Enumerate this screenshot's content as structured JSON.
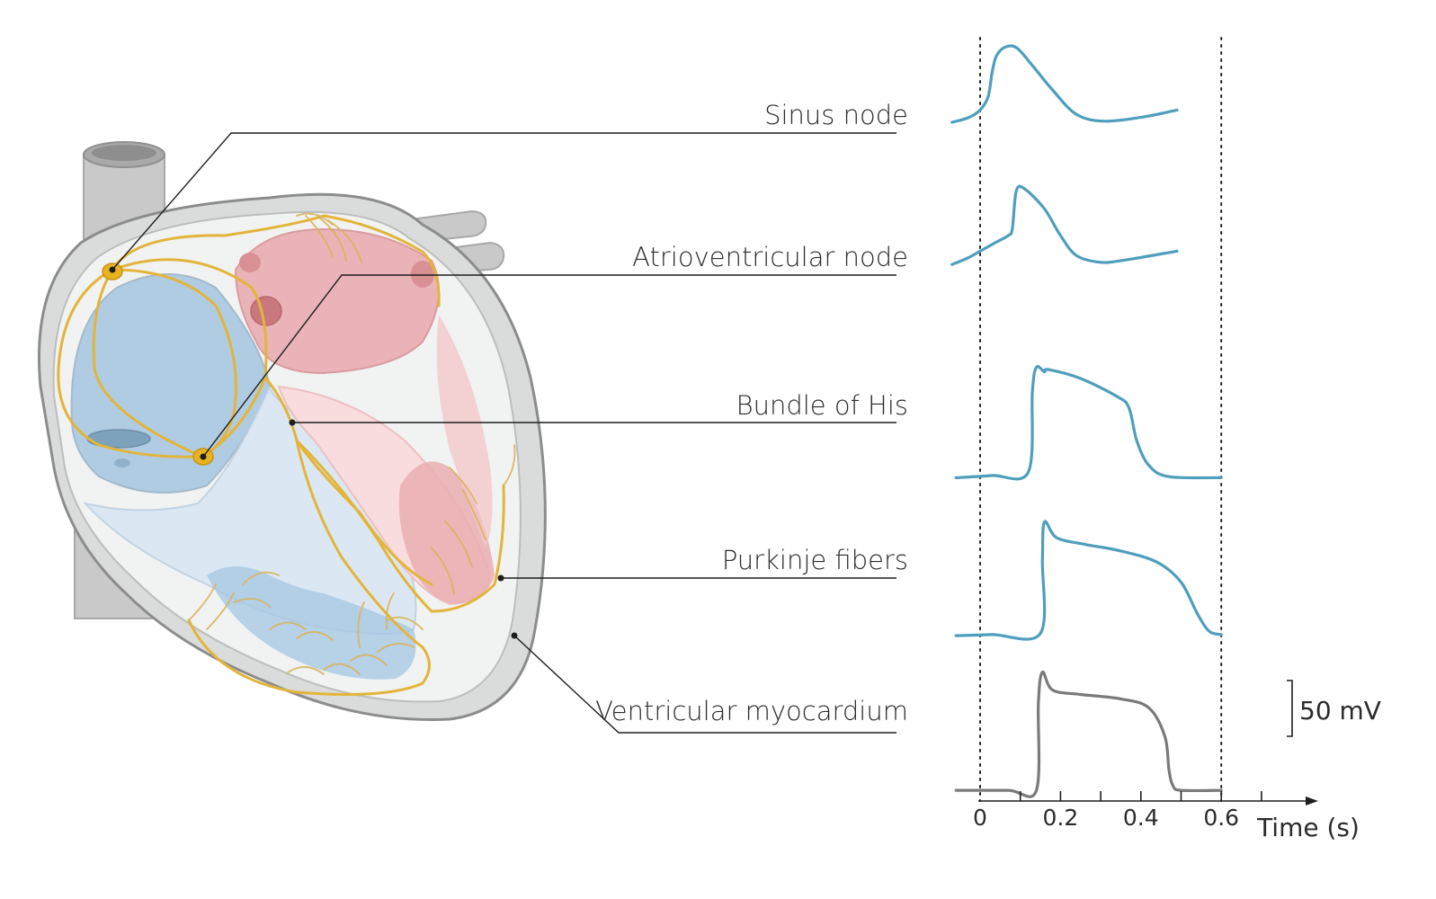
{
  "labels": [
    {
      "id": "sinus",
      "text": "Sinus node"
    },
    {
      "id": "av",
      "text": "Atrioventricular node"
    },
    {
      "id": "his",
      "text": "Bundle of His"
    },
    {
      "id": "purkinje",
      "text": "Purkinje fibers"
    },
    {
      "id": "ventricular",
      "text": "Ventricular myocardium"
    }
  ],
  "scale_bar_label": "50 mV",
  "colors": {
    "trace_blue": "#4f9ebd",
    "trace_gray": "#7a7a7a",
    "fiber_yellow": "#e2b53a",
    "atrium_blue": "#9dc2e0",
    "atrium_red": "#e8a2a6"
  },
  "chart_data": {
    "type": "line",
    "xlabel": "Time (s)",
    "x_ticks": [
      "0",
      "0.2",
      "0.4",
      "0.6"
    ],
    "x_range": [
      0,
      0.82
    ],
    "markers_s": [
      0,
      0.6
    ],
    "series": [
      {
        "name": "Sinus node",
        "x": [
          -0.07,
          -0.03,
          0.0,
          0.02,
          0.03,
          0.04,
          0.06,
          0.09,
          0.13,
          0.18,
          0.24,
          0.31,
          0.41,
          0.49
        ],
        "y": [
          -25,
          -21,
          -14,
          -2,
          20,
          34,
          42,
          42,
          26,
          4,
          -18,
          -24,
          -20,
          -14
        ]
      },
      {
        "name": "Atrioventricular node",
        "x": [
          -0.07,
          -0.03,
          0.0,
          0.04,
          0.07,
          0.08,
          0.09,
          0.11,
          0.16,
          0.2,
          0.24,
          0.3,
          0.36,
          0.49
        ],
        "y": [
          -26,
          -20,
          -14,
          -6,
          0,
          6,
          40,
          42,
          24,
          0,
          -18,
          -24,
          -22,
          -14
        ]
      },
      {
        "name": "Bundle of His",
        "x": [
          -0.06,
          0.03,
          0.12,
          0.13,
          0.14,
          0.16,
          0.17,
          0.25,
          0.34,
          0.37,
          0.39,
          0.42,
          0.47,
          0.6
        ],
        "y": [
          -85,
          -83,
          -80,
          -8,
          14,
          10,
          12,
          4,
          -12,
          -22,
          -52,
          -74,
          -84,
          -85
        ]
      },
      {
        "name": "Purkinje fibers",
        "x": [
          -0.06,
          0.03,
          0.15,
          0.155,
          0.16,
          0.19,
          0.26,
          0.35,
          0.44,
          0.5,
          0.54,
          0.57,
          0.6
        ],
        "y": [
          -88,
          -87,
          -86,
          -20,
          14,
          0,
          -6,
          -12,
          -22,
          -40,
          -68,
          -84,
          -87
        ]
      },
      {
        "name": "Ventricular myocardium",
        "x": [
          -0.06,
          0.07,
          0.14,
          0.145,
          0.155,
          0.18,
          0.25,
          0.35,
          0.42,
          0.46,
          0.47,
          0.48,
          0.5,
          0.6
        ],
        "y": [
          -88,
          -88,
          -88,
          -10,
          18,
          2,
          -2,
          -6,
          -14,
          -40,
          -70,
          -84,
          -88,
          -88
        ]
      }
    ]
  }
}
